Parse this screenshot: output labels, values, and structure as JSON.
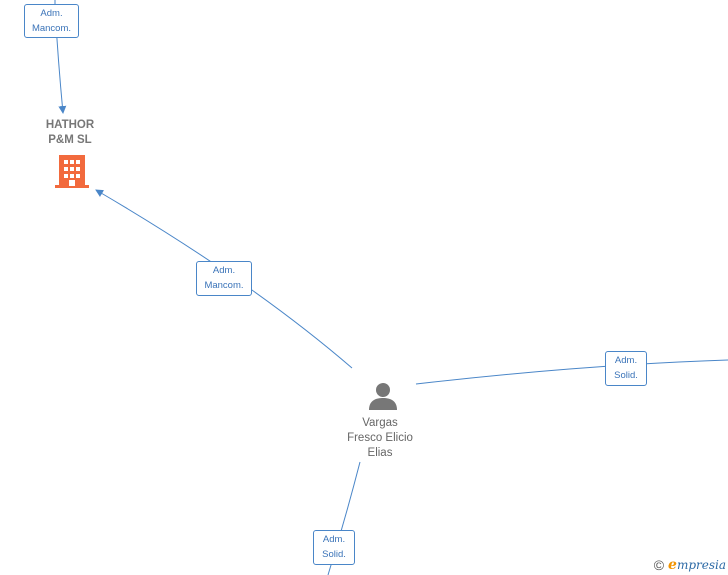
{
  "nodes": {
    "company": {
      "name_line1": "HATHOR",
      "name_line2": "P&M  SL",
      "icon": "building-icon",
      "icon_color": "#f26a3d"
    },
    "person": {
      "name_line1": "Vargas",
      "name_line2": "Fresco Elicio",
      "name_line3": "Elias",
      "icon": "person-icon",
      "icon_color": "#777777"
    }
  },
  "edges": [
    {
      "id": "top",
      "line1": "Adm.",
      "line2": "Mancom."
    },
    {
      "id": "middle",
      "line1": "Adm.",
      "line2": "Mancom."
    },
    {
      "id": "right",
      "line1": "Adm.",
      "line2": "Solid."
    },
    {
      "id": "bottom",
      "line1": "Adm.",
      "line2": "Solid."
    }
  ],
  "watermark": {
    "copyright": "©",
    "brand_initial": "e",
    "brand_rest": "mpresia"
  },
  "colors": {
    "edge_line": "#4a86c8",
    "edge_text": "#3a73b8"
  }
}
